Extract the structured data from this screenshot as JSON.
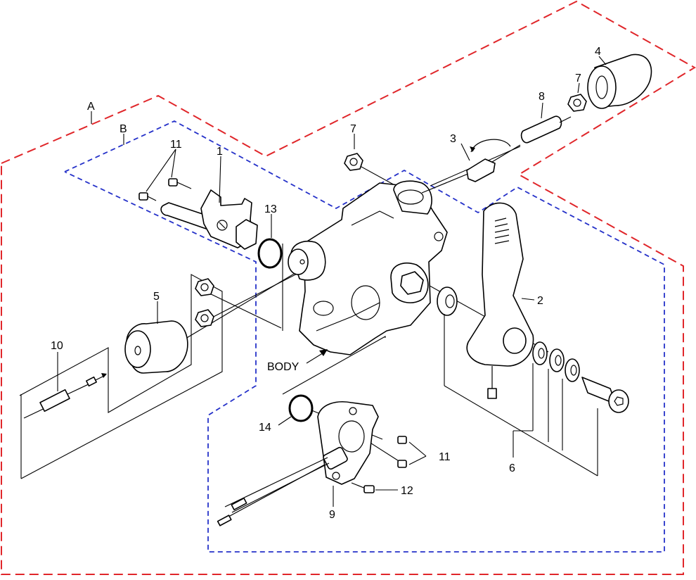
{
  "labels": {
    "group_a": "A",
    "group_b": "B",
    "part_1": "1",
    "part_2": "2",
    "part_3": "3",
    "part_4": "4",
    "part_5": "5",
    "part_6": "6",
    "part_7a": "7",
    "part_7b": "7",
    "part_8": "8",
    "part_9": "9",
    "part_10": "10",
    "part_11a": "11",
    "part_11b": "11",
    "part_12": "12",
    "part_13": "13",
    "part_14": "14",
    "body": "BODY"
  },
  "colors": {
    "group_a_outline": "#e0262a",
    "group_b_outline": "#2531c9",
    "line": "#000000"
  }
}
